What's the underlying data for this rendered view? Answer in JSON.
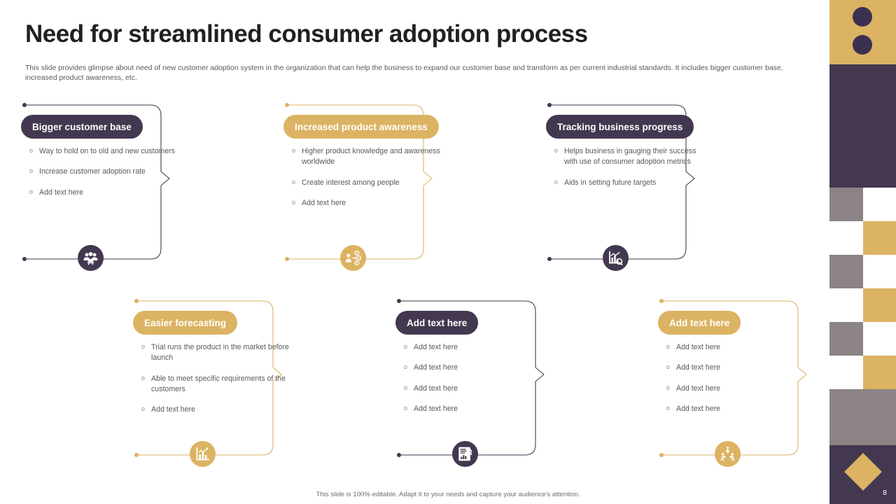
{
  "header": {
    "title": "Need for streamlined consumer adoption process",
    "subtitle": "This slide provides glimpse about need of new customer adoption system in the organization that can help the business to expand our customer base and transform as per current industrial standards. It includes bigger customer base, increased product awareness, etc."
  },
  "colors": {
    "dark_purple": "#433850",
    "gold": "#dcb362",
    "gray_block": "#8b8386",
    "text_body": "#58585b",
    "title": "#231f20",
    "white": "#ffffff"
  },
  "cards": [
    {
      "id": "bigger-customer-base",
      "title": "Bigger customer base",
      "theme": "dark",
      "icon": "people-group-icon",
      "bullets": [
        "Way to hold on to old and new customers",
        "Increase customer adoption rate",
        "Add text here"
      ]
    },
    {
      "id": "increased-product-awareness",
      "title": "Increased product awareness",
      "theme": "gold",
      "icon": "network-users-icon",
      "bullets": [
        "Higher product knowledge and awareness worldwide",
        "Create interest among people",
        "Add text here"
      ]
    },
    {
      "id": "tracking-business-progress",
      "title": "Tracking business progress",
      "theme": "dark",
      "icon": "bar-chart-search-icon",
      "bullets": [
        "Helps business in gauging their success with use of consumer adoption metrics",
        "Aids in setting future targets"
      ]
    },
    {
      "id": "easier-forecasting",
      "title": "Easier forecasting",
      "theme": "gold",
      "icon": "forecast-chart-icon",
      "bullets": [
        "Trial runs the product in the market before launch",
        "Able to meet specific requirements of the customers",
        "Add text here"
      ]
    },
    {
      "id": "add-text-here-1",
      "title": "Add  text here",
      "theme": "dark",
      "icon": "report-analytics-icon",
      "bullets": [
        "Add text here",
        "Add text here",
        "Add text here",
        "Add text here"
      ]
    },
    {
      "id": "add-text-here-2",
      "title": "Add  text here",
      "theme": "gold",
      "icon": "runners-icon",
      "bullets": [
        "Add text here",
        "Add text here",
        "Add text here",
        "Add text here"
      ]
    }
  ],
  "bullet_marker": "o",
  "footer": {
    "note": "This slide is 100% editable. Adapt it to your needs and capture your audience's attention.",
    "page_number": "8"
  }
}
